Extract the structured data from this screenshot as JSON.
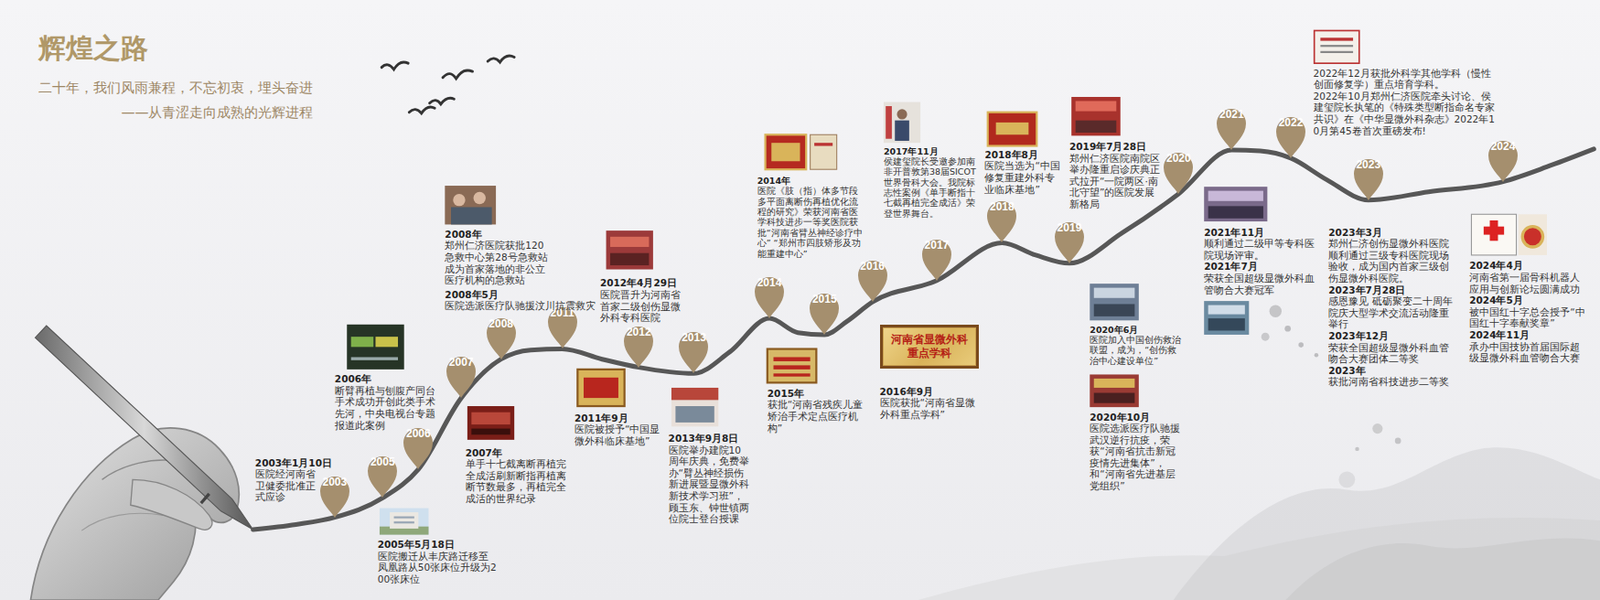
{
  "diagram": {
    "title": "辉煌之路",
    "nodes": [
      {
        "text": [
          "2003"
        ]
      },
      {
        "text": [
          "2005"
        ]
      },
      {
        "text": [
          "2006"
        ]
      },
      {
        "text": [
          "2007"
        ]
      },
      {
        "text": [
          "2008"
        ]
      },
      {
        "text": [
          "2011"
        ]
      },
      {
        "text": [
          "2012"
        ]
      },
      {
        "text": [
          "2013"
        ]
      },
      {
        "text": [
          "2014"
        ]
      },
      {
        "text": [
          "2015"
        ]
      },
      {
        "text": [
          "2016"
        ]
      },
      {
        "text": [
          "2017"
        ]
      },
      {
        "text": [
          "2018"
        ]
      },
      {
        "text": [
          "2019"
        ]
      },
      {
        "text": [
          "2020"
        ]
      },
      {
        "text": [
          "2021"
        ]
      },
      {
        "text": [
          "2022"
        ]
      },
      {
        "text": [
          "2023"
        ]
      },
      {
        "text": [
          "2024"
        ]
      },
      {
        "text": [
          "河南省显微外科 重点学科"
        ]
      }
    ],
    "labels": [
      "二十年，我们风雨兼程，不忘初衷，埋头奋进",
      "——从青涩走向成熟的光辉进程",
      "2003年1月10日",
      "医院经河南省卫健委批准正式应诊",
      "2005年5月18日",
      "医院搬迁从丰庆路迁移至凤凰路从50张床位升级为200张床位",
      "2006年",
      "断臂再植与刨腹产同台手术成功开创此类手术先河，中央电视台专题报道此案例",
      "2007年",
      "单手十七截离断再植完全成活刷新断指再植离断节数最多，再植完全成活的世界纪录",
      "2008年",
      "郑州仁济医院获批120急救中心第28号急救站成为首家落地的非公立医疗机构的急救站",
      "2008年5月",
      "医院选派医疗队驰援汶川抗震救灾",
      "2011年9月",
      "医院被授予“中国显微外科临床基地”",
      "2012年4月29日",
      "医院晋升为河南省首家二级创伤显微外科专科医院",
      "2013年9月8日",
      "医院举办建院10周年庆典，免费举办“臂丛神经损伤新进展暨显微外科新技术学习班”，顾玉东、钟世镇两位院士登台授课",
      "2014年",
      "医院《肢（指）体多节段多平面离断伤再植优化流程的研究》荣获河南省医学科技进步一等奖医院获批“河南省臂丛神经诊疗中心” “郑州市四肢矫形及功能重建中心”",
      "2015年",
      "获批“河南省残疾儿童矫治手术定点医疗机构”",
      "2016年9月",
      "医院获批“河南省显微外科重点学科”",
      "2017年11月",
      "侯建玺院长受邀参加南非开普敦第38届SICOT世界骨科大会。我院标志性案例《单手断指十七截再植完全成活》荣登世界舞台。",
      "2018年8月",
      "医院当选为“中国修复重建外科专业临床基地”",
      "2019年7月28日",
      "郑州仁济医院南院区举办隆重启诊庆典正式拉开“一院两区·南北守望”的医院发展新格局",
      "2020年6月",
      "医院加入中国创伤救治联盟，成为，“创伤救治中心建设单位”",
      "2020年10月",
      "医院选派医疗队驰援武汉逆行抗疫，荣获“河南省抗击新冠疫情先进集体”，和“河南省先进基层党组织”",
      "2021年11月",
      "顺利通过二级甲等专科医院现场评审。",
      "2021年7月",
      "荣获全国超级显微外科血管吻合大赛冠军",
      "2022年12月获批外科学其他学科（慢性创面修复学）重点培育学科。",
      "2022年10月郑州仁济医院牵头讨论、侯建玺院长执笔的《特殊类型断指命名专家共识》在《中华显微外科杂志》2022年10月第45卷首次重磅发布!",
      "2023年3月",
      "郑州仁济创伤显微外科医院顺利通过三级专科医院现场验收，成为国内首家三级创伤显微外科医院。",
      "2023年7月28日",
      "感恩豫见 砥砺聚变二十周年院庆大型学术交流活动隆重举行",
      "2023年12月",
      "荣获全国超级显微外科血管吻合大赛团体二等奖",
      "2023年",
      "获批河南省科技进步二等奖",
      "2024年4月",
      "河南省第一届骨科机器人应用与创新论坛圆满成功",
      "2024年5月",
      "被中国红十字总会授予“中国红十字奉献奖章”",
      "2024年11月",
      "承办中国技协首届国际超级显微外科血管吻合大赛"
    ]
  }
}
